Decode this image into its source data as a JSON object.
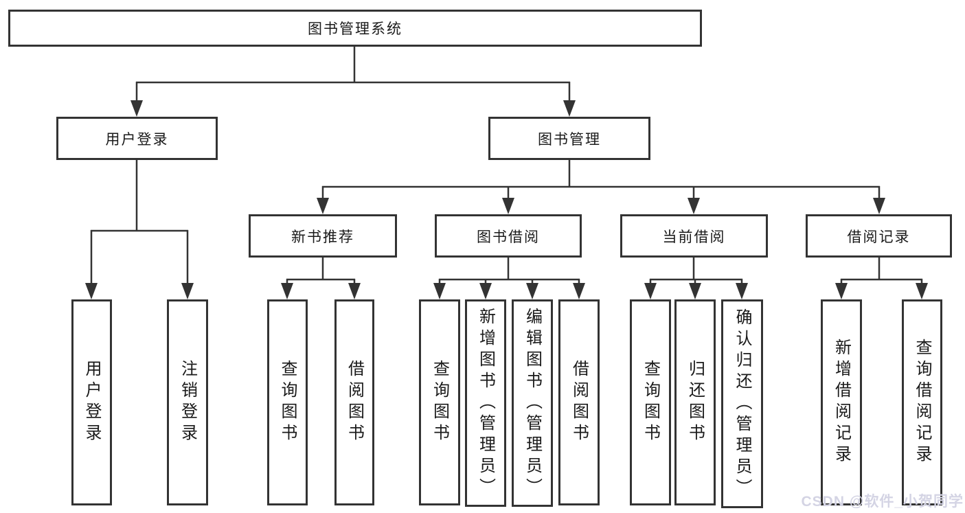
{
  "diagram": {
    "root": {
      "label": "图书管理系统"
    },
    "branches": [
      {
        "label": "用户登录",
        "children": [
          {
            "label": "用户登录"
          },
          {
            "label": "注销登录"
          }
        ]
      },
      {
        "label": "图书管理",
        "children": [
          {
            "label": "新书推荐",
            "children": [
              {
                "label": "查询图书"
              },
              {
                "label": "借阅图书"
              }
            ]
          },
          {
            "label": "图书借阅",
            "children": [
              {
                "label": "查询图书"
              },
              {
                "label": "新增图书（管理员）"
              },
              {
                "label": "编辑图书（管理员）"
              },
              {
                "label": "借阅图书"
              }
            ]
          },
          {
            "label": "当前借阅",
            "children": [
              {
                "label": "查询图书"
              },
              {
                "label": "归还图书"
              },
              {
                "label": "确认归还（管理员）"
              }
            ]
          },
          {
            "label": "借阅记录",
            "children": [
              {
                "label": "新增借阅记录"
              },
              {
                "label": "查询借阅记录"
              }
            ]
          }
        ]
      }
    ]
  },
  "watermark": {
    "text": "CSDN @软件_小贺同学",
    "color": "#d4d4e4"
  },
  "colors": {
    "line": "#333333",
    "text": "#1a1a1a",
    "background": "#ffffff"
  }
}
